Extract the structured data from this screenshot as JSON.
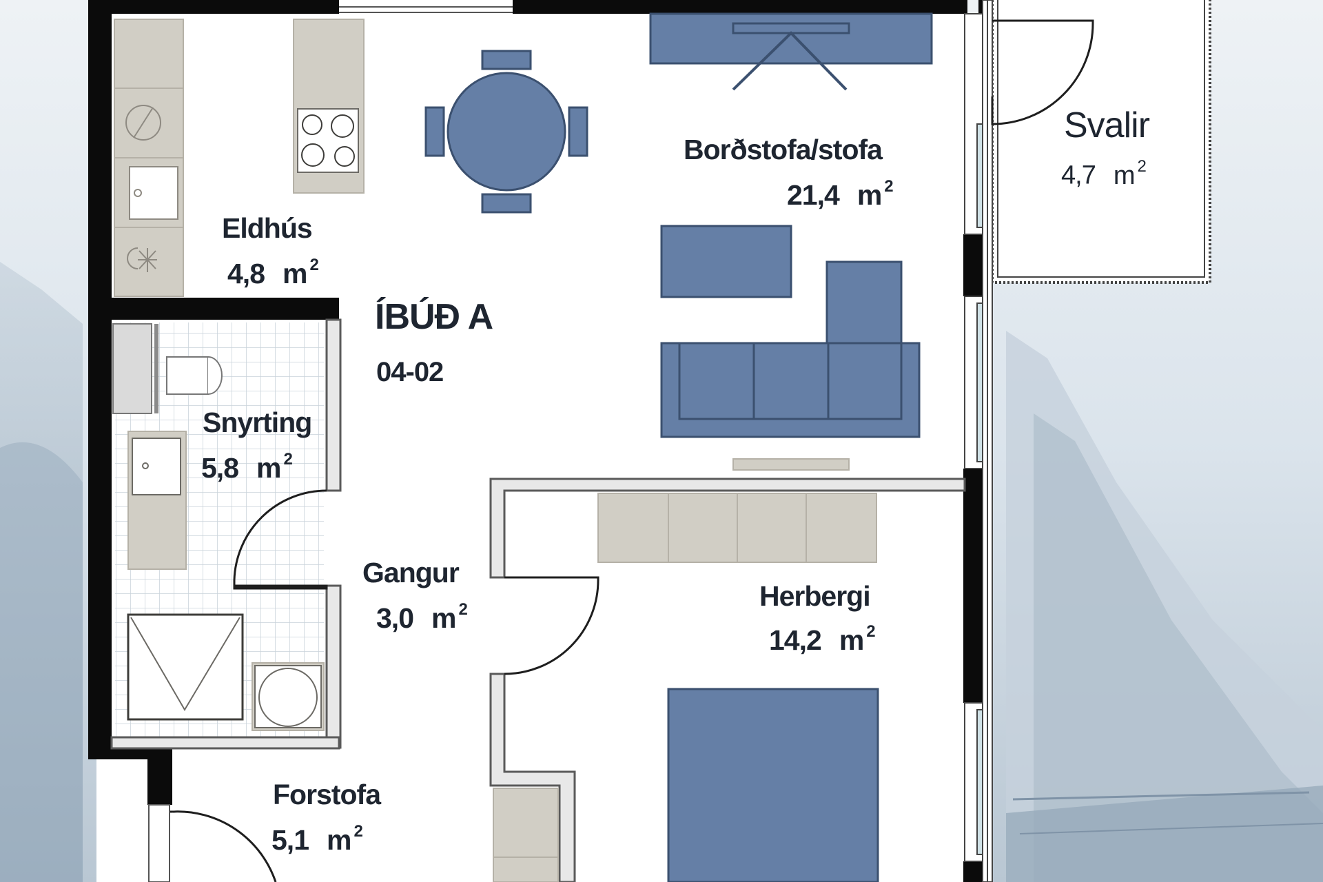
{
  "colors": {
    "wall": "#0b0b0b",
    "furniture_blue": "#657fa6",
    "furniture_outline": "#3b506f",
    "cabinet_grey": "#d1cec5",
    "tile_line": "#c7d1da",
    "background_sky": "#dfe7ee"
  },
  "apartment": {
    "name": "ÍBÚÐ A",
    "number": "04-02"
  },
  "rooms": {
    "eldhus": {
      "name": "Eldhús",
      "area": "4,8",
      "unit": "m",
      "exp": "2"
    },
    "bordstofa": {
      "name": "Borðstofa/stofa",
      "area": "21,4",
      "unit": "m",
      "exp": "2"
    },
    "svalir": {
      "name": "Svalir",
      "area": "4,7",
      "unit": "m",
      "exp": "2"
    },
    "snyrting": {
      "name": "Snyrting",
      "area": "5,8",
      "unit": "m",
      "exp": "2"
    },
    "gangur": {
      "name": "Gangur",
      "area": "3,0",
      "unit": "m",
      "exp": "2"
    },
    "herbergi": {
      "name": "Herbergi",
      "area": "14,2",
      "unit": "m",
      "exp": "2"
    },
    "forstofa": {
      "name": "Forstofa",
      "area": "5,1",
      "unit": "m",
      "exp": "2"
    }
  }
}
